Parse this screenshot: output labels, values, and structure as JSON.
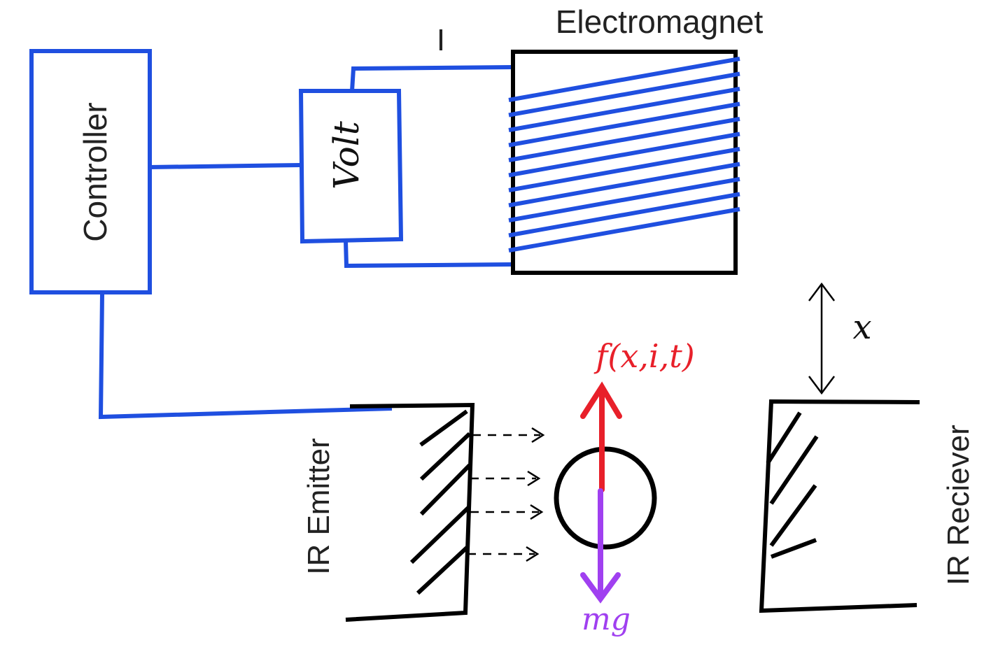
{
  "labels": {
    "controller": "Controller",
    "volt": "Volt",
    "current": "I",
    "electromagnet": "Electromagnet",
    "ir_emitter": "IR Emitter",
    "ir_receiver": "IR Reciever",
    "gap": "x",
    "magnetic_force": "f(x,i,t)",
    "gravity_force": "mg"
  },
  "colors": {
    "wire": "#1f4fe0",
    "outline": "#000000",
    "magnetic_force": "#e8202a",
    "gravity_force": "#a040f0"
  }
}
